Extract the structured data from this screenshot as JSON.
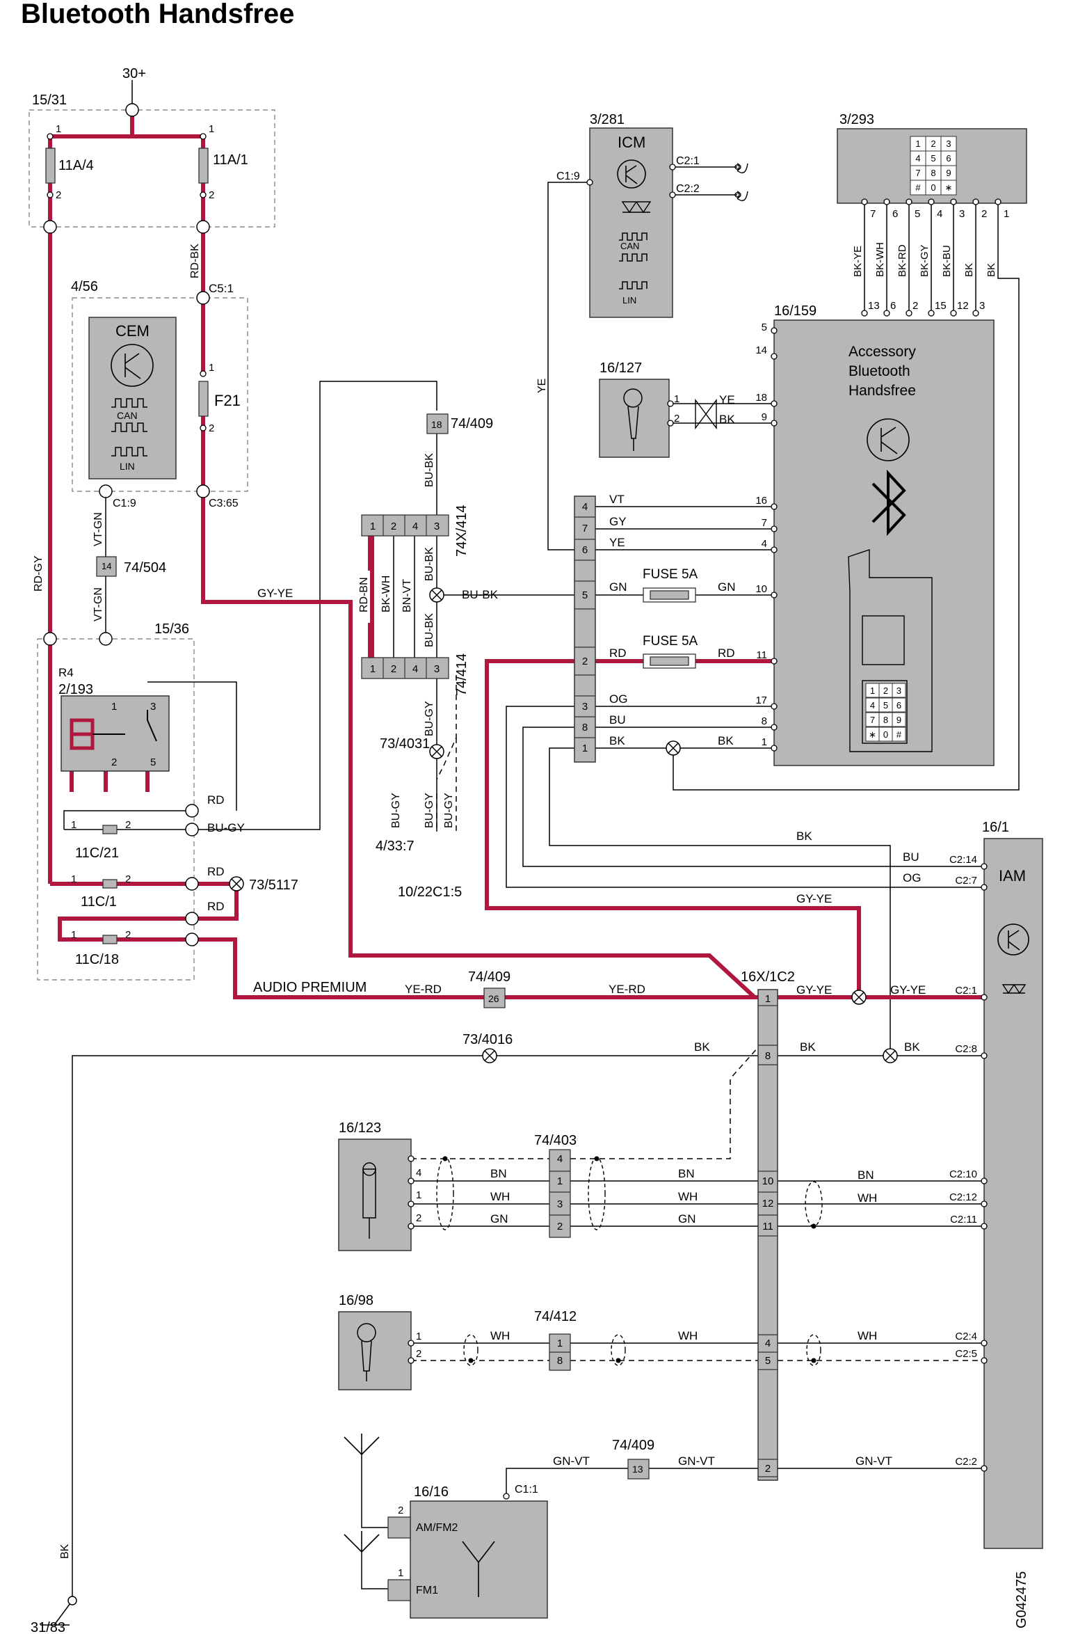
{
  "title": "Bluetooth Handsfree",
  "colors": {
    "power_wire": "#b0173f",
    "box_fill": "#b7b7b7",
    "wire": "#000000",
    "dashed_outline": "#888888"
  },
  "labels": {
    "supply_30": "30+",
    "fusebox_1531": "15/31",
    "fuse_11a4": "11A/4",
    "fuse_11a1": "11A/1",
    "wire_rdbk": "RD-BK",
    "pin_c51": "C5:1",
    "cem_ref": "4/56",
    "cem": "CEM",
    "can": "CAN",
    "lin": "LIN",
    "fuse_f21": "F21",
    "pin_c19": "C1:9",
    "pin_c365": "C3:65",
    "wire_vtgn": "VT-GN",
    "wire_rdgy": "RD-GY",
    "conn_74504": "74/504",
    "pin_14": "14",
    "wire_gyye": "GY-YE",
    "relay_box": "15/36",
    "r4": "R4",
    "relay_2193": "2/193",
    "wire_rd": "RD",
    "wire_bugy": "BU-GY",
    "fuse_11c21": "11C/21",
    "fuse_11c1": "11C/1",
    "fuse_11c18": "11C/18",
    "splice_735117": "73/5117",
    "audio_premium": "AUDIO PREMIUM",
    "wire_yerd": "YE-RD",
    "conn_74409": "74/409",
    "pin_26": "26",
    "conn_16x1c2": "16X/1C2",
    "splice_734016": "73/4016",
    "wire_bk": "BK",
    "ground_3183": "31/83",
    "conn_74x414": "74X/414",
    "conn_74414": "74/414",
    "wire_rdbn": "RD-BN",
    "wire_bkwh": "BK-WH",
    "wire_bnvt": "BN-VT",
    "wire_bubk": "BU-BK",
    "splice_734031": "73/4031",
    "ref_4337": "4/33:7",
    "ref_1022": "10/22C1:5",
    "pin_18": "18",
    "icm_ref": "3/281",
    "icm": "ICM",
    "pin_c22": "C2:2",
    "pin_c21": "C2:1",
    "wire_ye": "YE",
    "kp_ref": "3/293",
    "mic_ref": "16/127",
    "bt_ref": "16/159",
    "bt_title": "Accessory\nBluetooth\nHandsfree",
    "fuse5a": "FUSE 5A",
    "wire_vt": "VT",
    "wire_gy": "GY",
    "wire_gn": "GN",
    "wire_og": "OG",
    "wire_bu": "BU",
    "iam_ref": "16/1",
    "iam": "IAM",
    "wire_bn": "BN",
    "wire_wh": "WH",
    "conn_74403": "74/403",
    "conn_74412": "74/412",
    "ref_16123": "16/123",
    "ref_1698": "16/98",
    "wire_gnvt": "GN-VT",
    "pin_13": "13",
    "ref_1616": "16/16",
    "amfm2": "AM/FM2",
    "fm1": "FM1",
    "pin_c11": "C1:1",
    "doc_id": "G042475"
  },
  "keypad_keys": [
    "1",
    "2",
    "3",
    "4",
    "5",
    "6",
    "7",
    "8",
    "9",
    "#",
    "0",
    "∗"
  ],
  "phone_keys": [
    "1",
    "2",
    "3",
    "4",
    "5",
    "6",
    "7",
    "8",
    "9",
    "∗",
    "0",
    "#"
  ],
  "keypad_wires": [
    "BK-YE",
    "BK-WH",
    "BK-RD",
    "BK-GY",
    "BK-BU",
    "BK",
    "BK"
  ],
  "keypad_pins_top": [
    "7",
    "6",
    "5",
    "4",
    "3",
    "2",
    "1"
  ],
  "keypad_pins_bot": [
    "13",
    "6",
    "2",
    "15",
    "12",
    "3"
  ],
  "bt_pins": [
    "5",
    "14",
    "18",
    "9",
    "16",
    "7",
    "4",
    "10",
    "11",
    "17",
    "8",
    "1"
  ],
  "conn_74x414_pins": [
    "1",
    "2",
    "4",
    "3"
  ],
  "conn_74414_pins": [
    "1",
    "2",
    "4",
    "3"
  ],
  "central_connector_pins": [
    "4",
    "7",
    "6",
    "5",
    "2",
    "3",
    "8",
    "1"
  ],
  "iam_pins": [
    "C2:14",
    "C2:7",
    "C2:1",
    "C2:8",
    "C2:10",
    "C2:12",
    "C2:11",
    "C2:4",
    "C2:5",
    "C2:2"
  ],
  "c16x_pins": [
    "1",
    "8",
    "10",
    "12",
    "11",
    "4",
    "5",
    "2"
  ],
  "c74403_pins": [
    "4",
    "1",
    "3",
    "2"
  ],
  "c74412_pins": [
    "1",
    "8"
  ]
}
